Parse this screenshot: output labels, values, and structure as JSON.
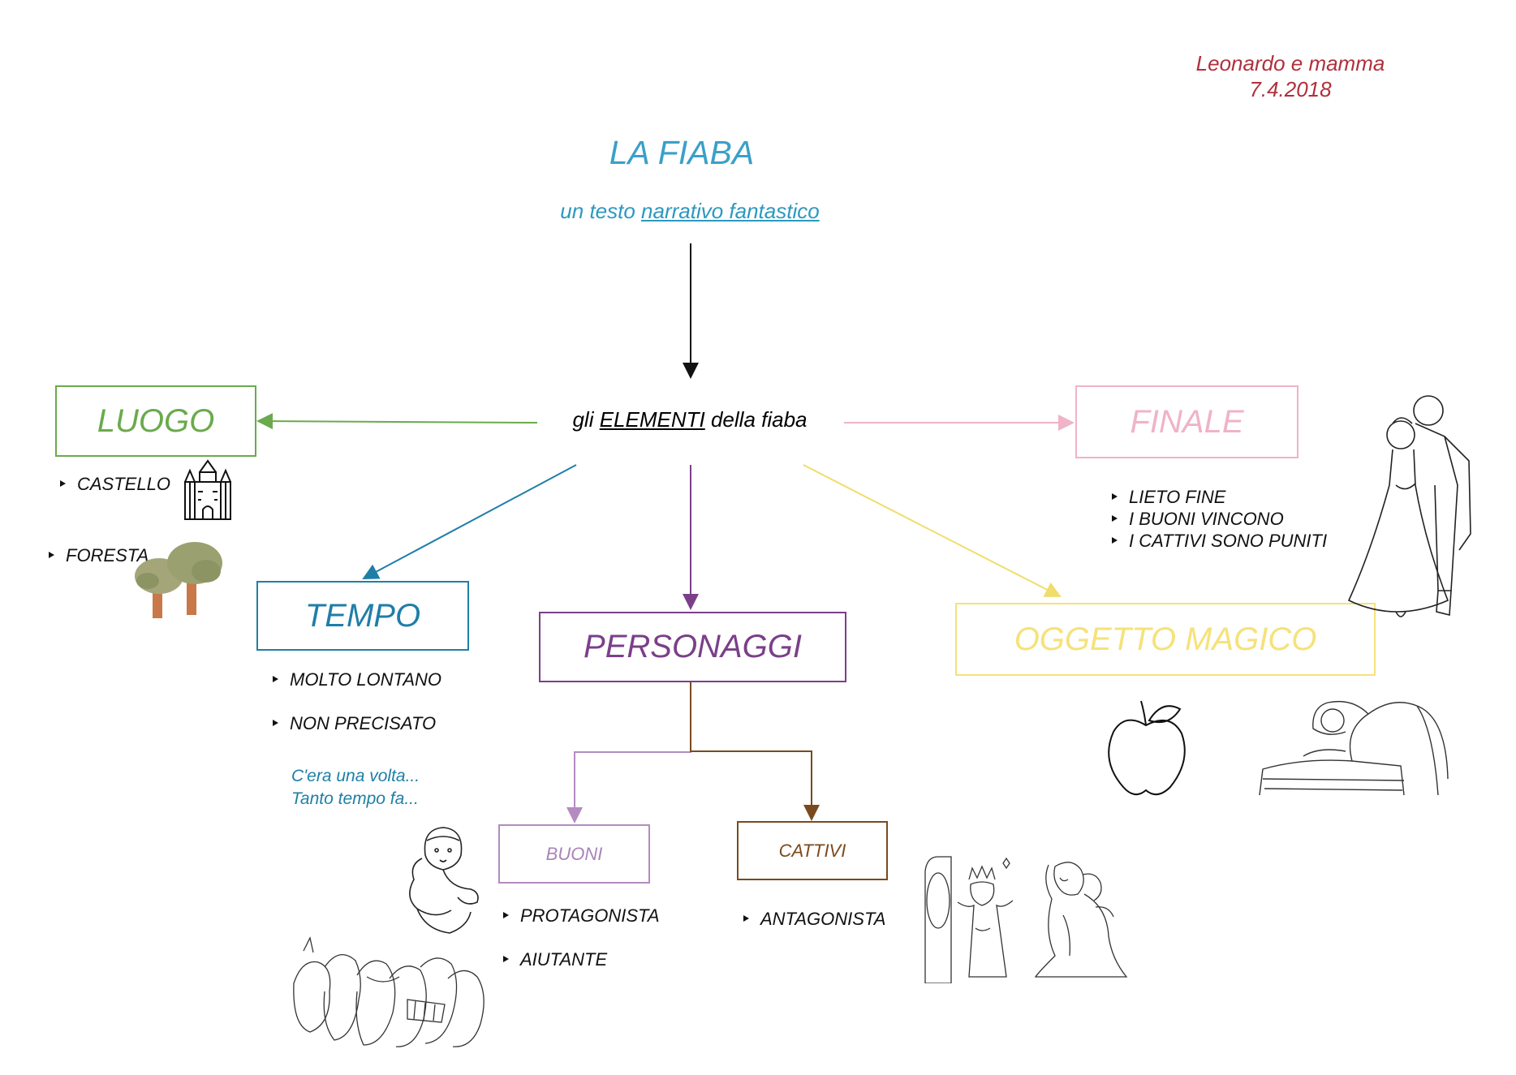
{
  "author": {
    "line1": "Leonardo e mamma",
    "line2": "7.4.2018"
  },
  "title": "LA FIABA",
  "subtitle": {
    "prefix": "un testo ",
    "underlined": "narrativo fantastico"
  },
  "center": {
    "prefix": "gli ",
    "underlined": "ELEMENTI",
    "suffix": " della fiaba"
  },
  "nodes": {
    "luogo": {
      "label": "LUOGO",
      "color": "#6aaa4c",
      "items": [
        "CASTELLO",
        "FORESTA"
      ]
    },
    "tempo": {
      "label": "TEMPO",
      "color": "#1f7ea8",
      "items": [
        "MOLTO LONTANO",
        "NON PRECISATO"
      ],
      "note": [
        "C'era una volta...",
        "Tanto tempo fa..."
      ]
    },
    "personaggi": {
      "label": "PERSONAGGI",
      "color": "#7b3f8a"
    },
    "buoni": {
      "label": "BUONI",
      "color": "#b48bc0",
      "items": [
        "PROTAGONISTA",
        "AIUTANTE"
      ]
    },
    "cattivi": {
      "label": "CATTIVI",
      "color": "#7a4a1e",
      "items": [
        "ANTAGONISTA"
      ]
    },
    "finale": {
      "label": "FINALE",
      "color": "#f0b3c8",
      "items": [
        "LIETO FINE",
        "I BUONI VINCONO",
        "I CATTIVI SONO PUNITI"
      ]
    },
    "oggetto": {
      "label": "OGGETTO MAGICO",
      "color": "#f5e27a"
    }
  },
  "icons": [
    "castle-icon",
    "trees-icon",
    "snow-white-icon",
    "dwarfs-icon",
    "queen-mirror-icon",
    "witch-icon",
    "apple-icon",
    "kiss-icon",
    "prince-couple-icon"
  ]
}
